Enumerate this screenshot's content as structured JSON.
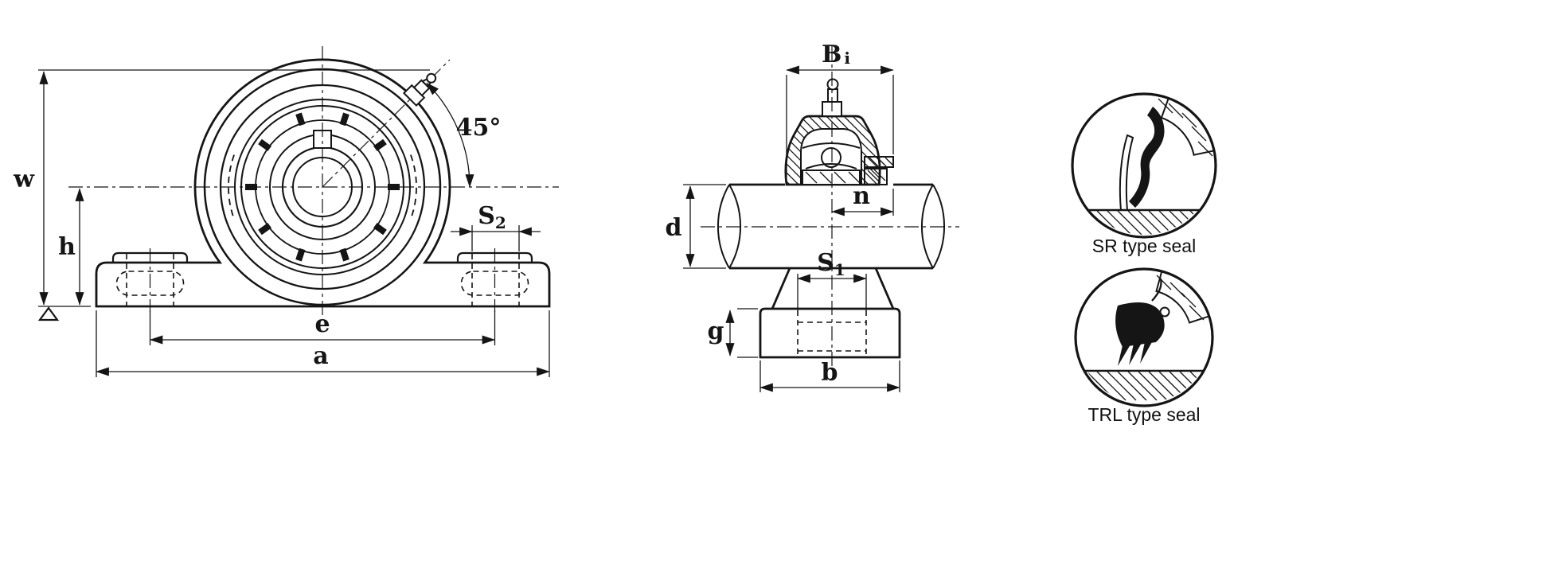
{
  "colors": {
    "ink": "#151515",
    "paper": "#ffffff"
  },
  "front_view": {
    "dim_w": "w",
    "dim_h": "h",
    "dim_e": "e",
    "dim_a": "a",
    "dim_s2_base": "S",
    "dim_s2_sub": "2",
    "angle_label": "45°"
  },
  "side_view": {
    "dim_bi_base": "B",
    "dim_bi_sub": "i",
    "dim_n": "n",
    "dim_d": "d",
    "dim_s1_base": "S",
    "dim_s1_sub": "1",
    "dim_g": "g",
    "dim_b": "b"
  },
  "seal_details": {
    "sr_label": "SR type seal",
    "trl_label": "TRL type seal"
  }
}
